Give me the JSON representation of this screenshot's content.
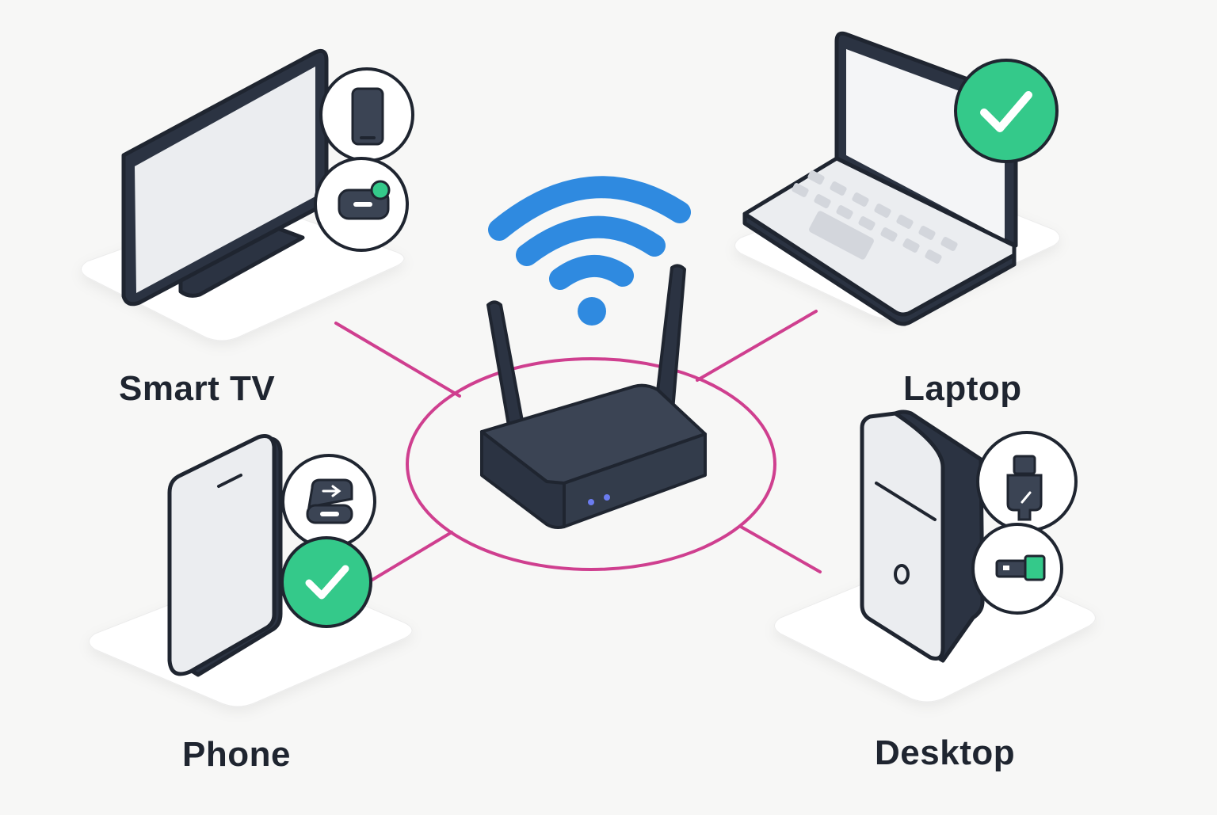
{
  "devices": {
    "smart_tv": {
      "label": "Smart TV"
    },
    "laptop": {
      "label": "Laptop"
    },
    "phone": {
      "label": "Phone"
    },
    "desktop": {
      "label": "Desktop"
    }
  },
  "colors": {
    "outline": "#2b3342",
    "screen": "#ebedf0",
    "connection": "#cf3f8f",
    "wifi": "#2f8ae0",
    "check": "#34c98a",
    "platform": "#ffffff",
    "background": "#f7f7f6"
  },
  "icons": {
    "wifi": "wifi-icon",
    "router": "router-icon",
    "check": "check-badge-icon",
    "phone_badge": "phone-badge-icon",
    "toggle_badge": "toggle-badge-icon",
    "transfer_badge": "transfer-badge-icon",
    "usb_badge": "usb-badge-icon",
    "dongle_badge": "usb-dongle-badge-icon"
  }
}
